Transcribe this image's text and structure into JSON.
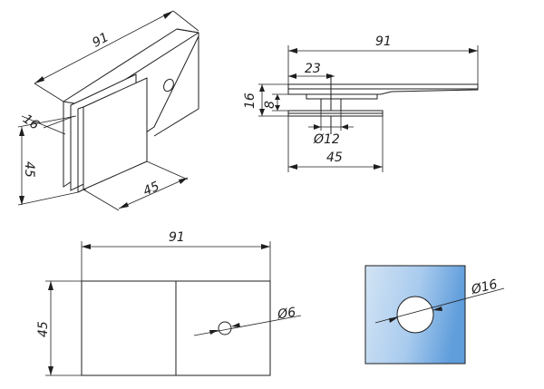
{
  "views": {
    "isometric": {
      "length": "91",
      "thickness": "16",
      "height": "45",
      "plate": "45"
    },
    "side": {
      "length": "91",
      "offset": "23",
      "height": "16",
      "gap": "8",
      "bolt_diameter": "Ø12",
      "plate_width": "45"
    },
    "front": {
      "length": "91",
      "height": "45",
      "hole_diameter": "Ø6"
    },
    "plate": {
      "hole_diameter": "Ø16"
    }
  },
  "colors": {
    "line": "#1e1e1e",
    "plate_light": "#cfe1f2",
    "plate_dark": "#6ea6dd"
  }
}
